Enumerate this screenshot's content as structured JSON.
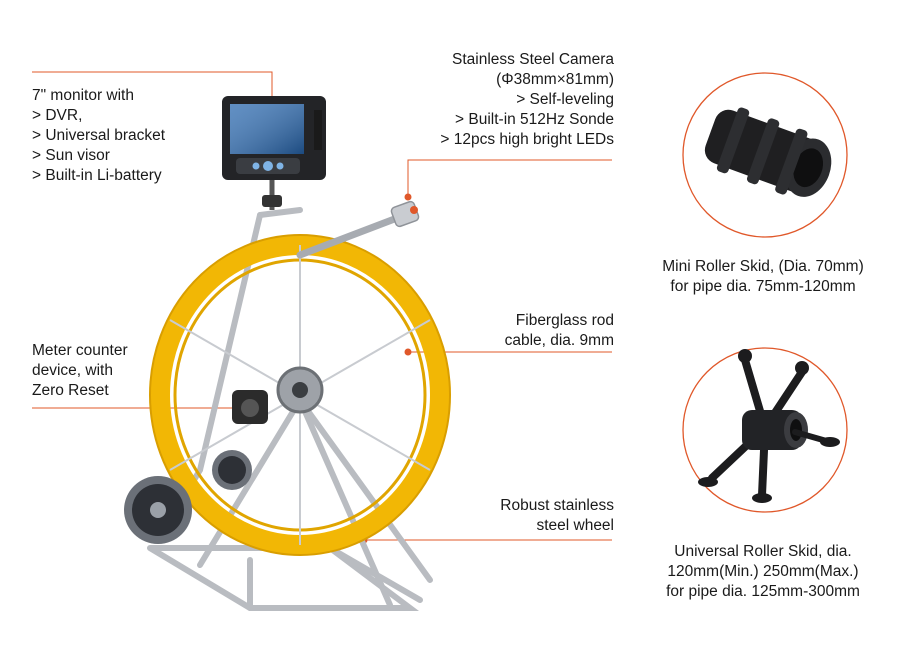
{
  "colors": {
    "accent": "#e0582a",
    "reel_yellow": "#f2b705",
    "steel": "#b9bcc1",
    "dark": "#222222"
  },
  "callouts": {
    "monitor": {
      "lines": [
        "7\" monitor with",
        "> DVR,",
        "> Universal bracket",
        "> Sun visor",
        "> Built-in Li-battery"
      ]
    },
    "camera": {
      "lines": [
        "Stainless Steel Camera",
        "(Φ38mm×81mm)",
        "> Self-leveling",
        "> Built-in 512Hz Sonde",
        "> 12pcs high bright LEDs"
      ]
    },
    "meter": {
      "lines": [
        "Meter counter",
        "device, with",
        "Zero Reset"
      ]
    },
    "rod": {
      "lines": [
        "Fiberglass rod",
        "cable, dia. 9mm"
      ]
    },
    "wheel": {
      "lines": [
        "Robust stainless",
        "steel wheel"
      ]
    },
    "mini_skid": {
      "lines": [
        "Mini Roller Skid, (Dia. 70mm)",
        "for pipe dia. 75mm-120mm"
      ]
    },
    "universal_skid": {
      "lines": [
        "Universal Roller Skid, dia.",
        "120mm(Min.) 250mm(Max.)",
        "for pipe dia. 125mm-300mm"
      ]
    }
  }
}
